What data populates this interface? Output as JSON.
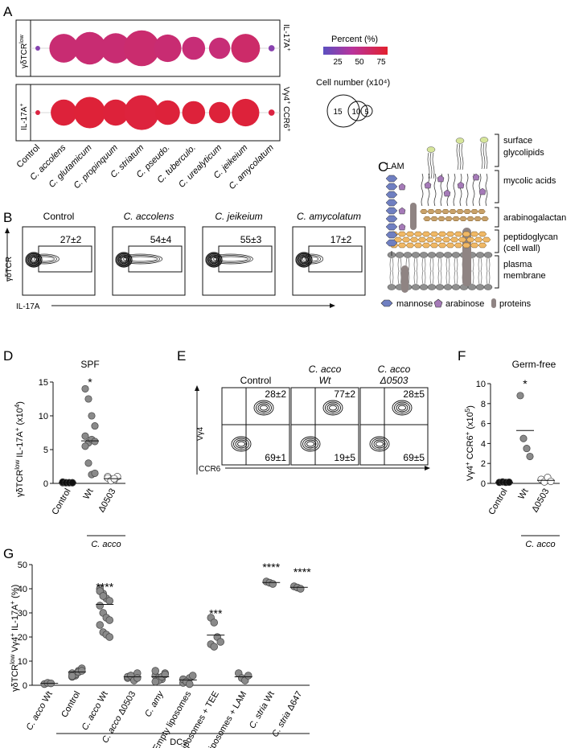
{
  "panel_labels": [
    "A",
    "B",
    "C",
    "D",
    "E",
    "F",
    "G"
  ],
  "colors": {
    "low": "#5b4fc0",
    "mid": "#b9349c",
    "high": "#e2202e",
    "dot_dark": "#111111",
    "dot_gray": "#8a8a8a",
    "white": "#ffffff",
    "lam": "#6f7fc1",
    "arab": "#a57ab8",
    "proteins": "#8f8483",
    "pg": "#f0b865",
    "ag": "#c9a26a",
    "gl": "#d6e59a"
  },
  "panelA": {
    "row_labels_left": [
      "γδTCRlow",
      "IL-17A+"
    ],
    "row_labels_right": [
      "IL-17A+",
      "Vγ4+ CCR6+"
    ],
    "legend_percent_title": "Percent (%)",
    "legend_percent_ticks": [
      "25",
      "50",
      "75"
    ],
    "legend_size_title": "Cell number (x10⁴)",
    "legend_size_values": [
      "15",
      "10",
      "5"
    ]
  },
  "panelB": {
    "titles": [
      "Control",
      "C. accolens",
      "C. jeikeium",
      "C. amycolatum"
    ],
    "values": [
      "27±2",
      "54±4",
      "55±3",
      "17±2"
    ],
    "ylabel": "γδTCR",
    "xlabel": "IL-17A"
  },
  "panelC": {
    "lam": "LAM",
    "layers": [
      "surface",
      "glycolipids",
      "mycolic acids",
      "arabinogalactan",
      "peptidoglycan",
      "(cell wall)",
      "plasma",
      "membrane"
    ],
    "legend": [
      "mannose",
      "arabinose",
      "proteins"
    ]
  },
  "panelE": {
    "titles": [
      [
        "",
        "Control"
      ],
      [
        "C. acco",
        "Wt"
      ],
      [
        "C. acco",
        "Δ0503"
      ]
    ],
    "quadrants": [
      [
        "28±2",
        "69±1"
      ],
      [
        "77±2",
        "19±5"
      ],
      [
        "28±5",
        "69±5"
      ]
    ],
    "ylabel": "Vγ4",
    "xlabel": "CCR6"
  },
  "chart_data": [
    {
      "type": "scatter",
      "title": "",
      "note": "Panel A bubble chart, rows share categories",
      "categories": [
        "Control",
        "C. accolens",
        "C. glutamicum",
        "C. propinquum",
        "C. striatum",
        "C. pseudo.",
        "C. tuberculo.",
        "C. urealyticum",
        "C. jeikeium",
        "C. amycolatum"
      ],
      "series": [
        {
          "name": "γδTCRlow IL-17A+",
          "percent": [
            26,
            62,
            62,
            62,
            64,
            62,
            60,
            60,
            66,
            27
          ],
          "cell_number": [
            0.3,
            11,
            14,
            12,
            17,
            10,
            7,
            6,
            11,
            0.5
          ]
        },
        {
          "name": "IL-17A+ Vγ4+ CCR6+",
          "percent": [
            82,
            85,
            86,
            85,
            84,
            85,
            85,
            85,
            85,
            82
          ],
          "cell_number": [
            0.3,
            9,
            13,
            9,
            16,
            8,
            7,
            6,
            10,
            0.5
          ]
        }
      ]
    },
    {
      "type": "scatter",
      "title": "SPF",
      "ylabel": "γδTCRlow IL-17A+ (x10⁴)",
      "ylim": [
        0,
        15
      ],
      "yticks": [
        "0",
        "5",
        "10",
        "15"
      ],
      "categories": [
        "Control",
        "Wt",
        "Δ0503"
      ],
      "group_label": "C. acco",
      "series": [
        {
          "name": "Control",
          "values": [
            0.1,
            0.1,
            0.1,
            0.1,
            0.2,
            0.1,
            0.1,
            0.1
          ]
        },
        {
          "name": "Wt",
          "values": [
            14,
            12.5,
            10,
            8.5,
            7,
            6,
            6.5,
            6.2,
            5.5,
            3,
            1.3,
            1.5
          ]
        },
        {
          "name": "Δ0503",
          "values": [
            1,
            0.6,
            0.5,
            1,
            0.8,
            0.4,
            0.7
          ]
        }
      ],
      "means": [
        0.1,
        6.3,
        0.7
      ],
      "annotations": [
        "*"
      ]
    },
    {
      "type": "scatter",
      "title": "Germ-free",
      "ylabel": "Vγ4+ CCR6+ (x10⁵)",
      "ylim": [
        0,
        10
      ],
      "yticks": [
        "0",
        "2",
        "4",
        "6",
        "8",
        "10"
      ],
      "categories": [
        "Control",
        "Wt",
        "Δ0503"
      ],
      "group_label": "C. acco",
      "series": [
        {
          "name": "Control",
          "values": [
            0.1,
            0.15,
            0.1,
            0.12
          ]
        },
        {
          "name": "Wt",
          "values": [
            8.8,
            4.5,
            3.5,
            2.7
          ]
        },
        {
          "name": "Δ0503",
          "values": [
            0.4,
            0.15,
            0.6,
            0.2
          ]
        }
      ],
      "means": [
        0.1,
        5.3,
        0.3
      ],
      "annotations": [
        "*"
      ]
    },
    {
      "type": "scatter",
      "title": "",
      "ylabel": "γδTCRlow Vγ4+ IL-17A+ (%)",
      "ylim": [
        0,
        50
      ],
      "yticks": [
        "0",
        "10",
        "20",
        "30",
        "40",
        "50"
      ],
      "categories": [
        "C. acco Wt",
        "Control",
        "C. acco Wt",
        "C. acco Δ0503",
        "C. amy",
        "Empty liposomes",
        "Liposomes + TEE",
        "Liposomes + LAM",
        "C. stria Wt",
        "C. stria Δ647"
      ],
      "xgroup_label": "DCs",
      "series": [
        {
          "name": "values",
          "points": [
            [
              0.5,
              1,
              0.8
            ],
            [
              5,
              4,
              6,
              7,
              3.5,
              4.5,
              5.5,
              6,
              3.8
            ],
            [
              40,
              38,
              36,
              35,
              33,
              30,
              28,
              27,
              25,
              22,
              21,
              20,
              39,
              37
            ],
            [
              3,
              4,
              2.5,
              5,
              3.5,
              4,
              2,
              3
            ],
            [
              4,
              3,
              2.5,
              5,
              6,
              2,
              3.5,
              4.5,
              1.5
            ],
            [
              1,
              2,
              3,
              4,
              2.5,
              1.5,
              0.5
            ],
            [
              28,
              26,
              20,
              18,
              17,
              16
            ],
            [
              5,
              3,
              2,
              4
            ],
            [
              43,
              42.5,
              42
            ],
            [
              41,
              40.5,
              40
            ]
          ]
        }
      ],
      "means": [
        0.8,
        5.5,
        33.5,
        3.5,
        3.5,
        2.2,
        20.8,
        3.5,
        42.6,
        40.6
      ],
      "annotations": [
        "****",
        "***",
        "****",
        "****"
      ]
    }
  ]
}
